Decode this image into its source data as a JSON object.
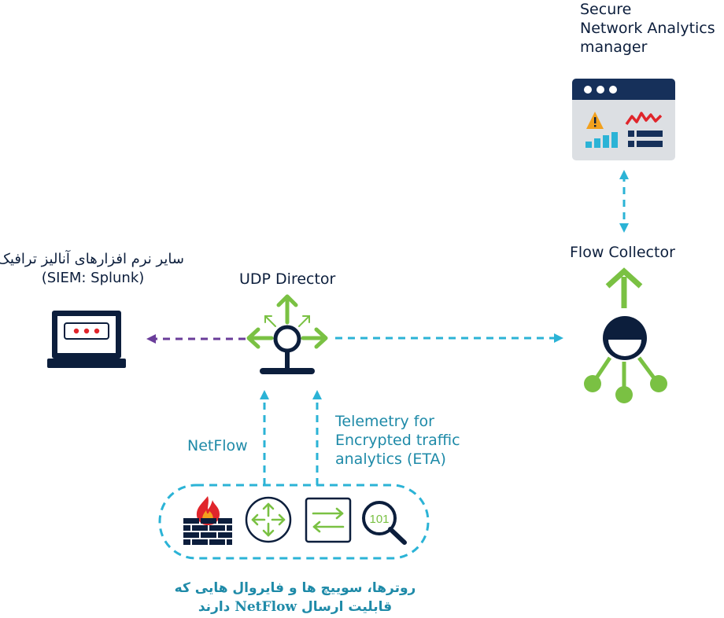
{
  "manager": {
    "title_lines": [
      "Secure",
      "Network Analytics",
      "manager"
    ]
  },
  "collector": {
    "title": "Flow Collector"
  },
  "director": {
    "title": "UDP Director"
  },
  "analytics": {
    "title_fa": "سایر نرم افزارهای آنالیز ترافیک",
    "title_en": "(SIEM: Splunk)"
  },
  "flows": {
    "netflow_label": "NetFlow",
    "eta_lines": [
      "Telemetry for",
      "Encrypted traffic",
      "analytics (ETA)"
    ]
  },
  "devices": {
    "eta_icon_text": "101",
    "caption_line1": "روترها، سوییچ ها و فایروال هایی که",
    "caption_line2_pre": "قابلیت ارسال",
    "caption_line2_brand": "NetFlow",
    "caption_line2_post": "دارند"
  },
  "colors": {
    "navy": "#0c1e3c",
    "teal": "#1e8aa8",
    "arrow_blue": "#2bb3d6",
    "green": "#7ac143",
    "purple": "#6a3d9a",
    "red": "#e0252b",
    "orange": "#f2a11e",
    "panel_grey": "#dcdfe3"
  }
}
